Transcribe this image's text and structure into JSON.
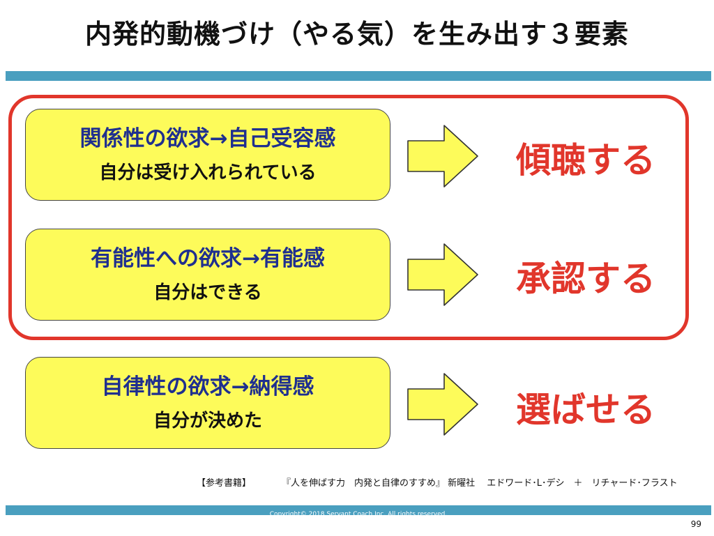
{
  "title": "内発的動機づけ（やる気）を生み出す３要素",
  "rows": [
    {
      "heading": "関係性の欲求→自己受容感",
      "sub": "自分は受け入れられている",
      "action": "傾聴する"
    },
    {
      "heading": "有能性への欲求→有能感",
      "sub": "自分はできる",
      "action": "承認する"
    },
    {
      "heading": "自律性の欲求→納得感",
      "sub": "自分が決めた",
      "action": "選ばせる"
    }
  ],
  "reference": {
    "label": "【参考書籍】",
    "book": "『人を伸ばす力　内発と自律のすすめ』 新曜社　 エドワード･L･デシ　＋　リチャード･フラスト"
  },
  "footer": {
    "copyright": "Copyright© 2018 Servant Coach Inc. All rights reserved.",
    "page_number": "99"
  },
  "colors": {
    "accent_bar": "#4a9fbf",
    "frame_red": "#e1362b",
    "box_yellow": "#fdfb5a",
    "heading_blue": "#1f2f8f"
  },
  "icons": [
    "right-arrow-icon",
    "right-arrow-icon",
    "right-arrow-icon"
  ]
}
